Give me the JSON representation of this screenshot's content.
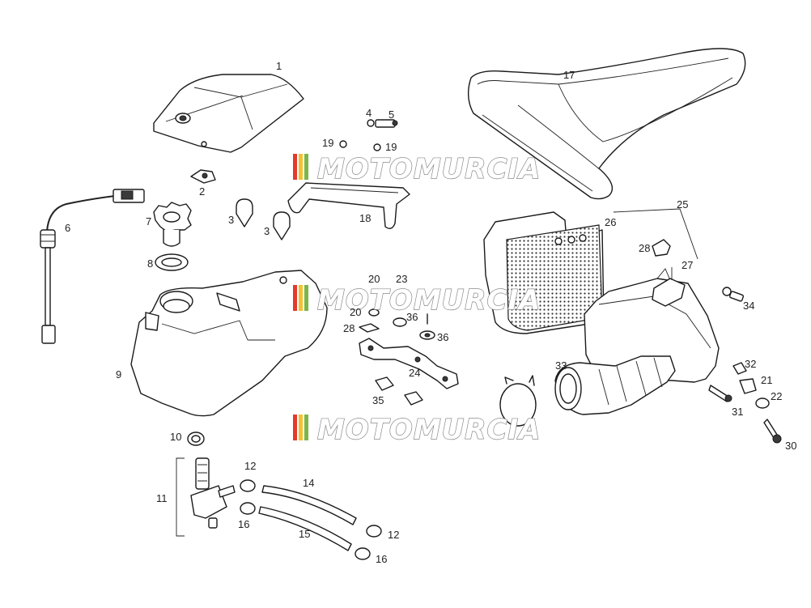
{
  "watermark": {
    "text": "MOTOMURCIA",
    "stripe_colors": [
      "#e23b2e",
      "#f2c230",
      "#7bb649"
    ]
  },
  "callouts": {
    "c1": "1",
    "c2": "2",
    "c3a": "3",
    "c3b": "3",
    "c4": "4",
    "c5": "5",
    "c6": "6",
    "c7": "7",
    "c8": "8",
    "c9": "9",
    "c10": "10",
    "c11": "11",
    "c12a": "12",
    "c12b": "12",
    "c14": "14",
    "c15": "15",
    "c16a": "16",
    "c16b": "16",
    "c17": "17",
    "c18": "18",
    "c19a": "19",
    "c19b": "19",
    "c20a": "20",
    "c20b": "20",
    "c21": "21",
    "c22": "22",
    "c23": "23",
    "c24": "24",
    "c25": "25",
    "c26": "26",
    "c27": "27",
    "c28a": "28",
    "c28b": "28",
    "c30": "30",
    "c31": "31",
    "c32": "32",
    "c33": "33",
    "c34": "34",
    "c35": "35",
    "c36a": "36",
    "c36b": "36"
  }
}
